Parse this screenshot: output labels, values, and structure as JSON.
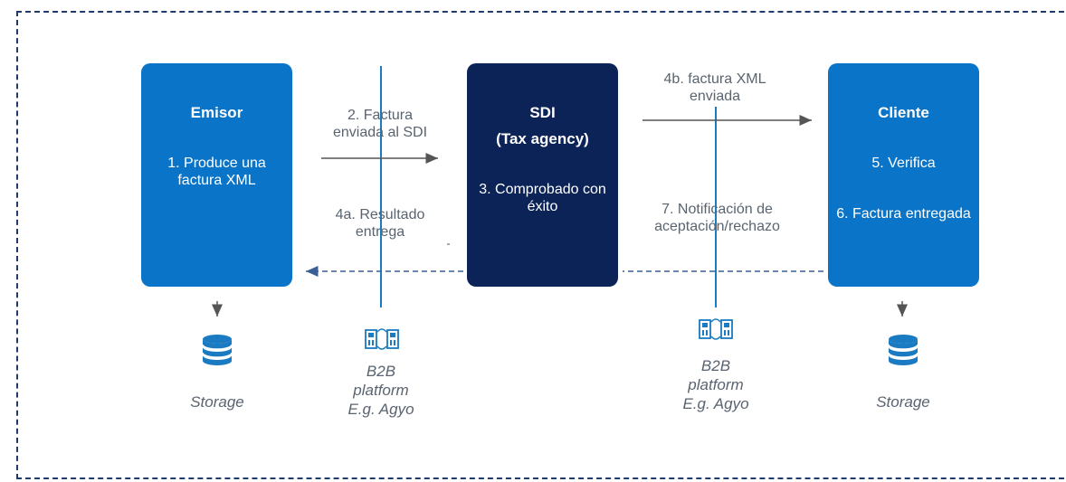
{
  "emisor": {
    "title": "Emisor",
    "step1": "1. Produce una factura XML"
  },
  "sdi": {
    "title": "SDI",
    "subtitle": "(Tax agency)",
    "step3": "3. Comprobado con éxito"
  },
  "cliente": {
    "title": "Cliente",
    "step5": "5. Verifica",
    "step6": "6. Factura entregada"
  },
  "arrows": {
    "step2_line1": "2. Factura",
    "step2_line2": "enviada al SDI",
    "step4a_line1": "4a. Resultado",
    "step4a_line2": "entrega",
    "step4b_line1": "4b. factura XML",
    "step4b_line2": "enviada",
    "step7_line1": "7. Notificación de",
    "step7_line2": "aceptación/rechazo"
  },
  "storage_left": "Storage",
  "storage_right": "Storage",
  "b2b_left": {
    "line1": "B2B",
    "line2": "platform",
    "line3": "E.g. Agyo"
  },
  "b2b_right": {
    "line1": "B2B",
    "line2": "platform",
    "line3": "E.g. Agyo"
  },
  "colors": {
    "emisor": "#0a74c8",
    "sdi": "#0c2358",
    "cliente": "#0a74c8",
    "accent": "#1a7ac2",
    "frame": "#1f3a6e"
  }
}
